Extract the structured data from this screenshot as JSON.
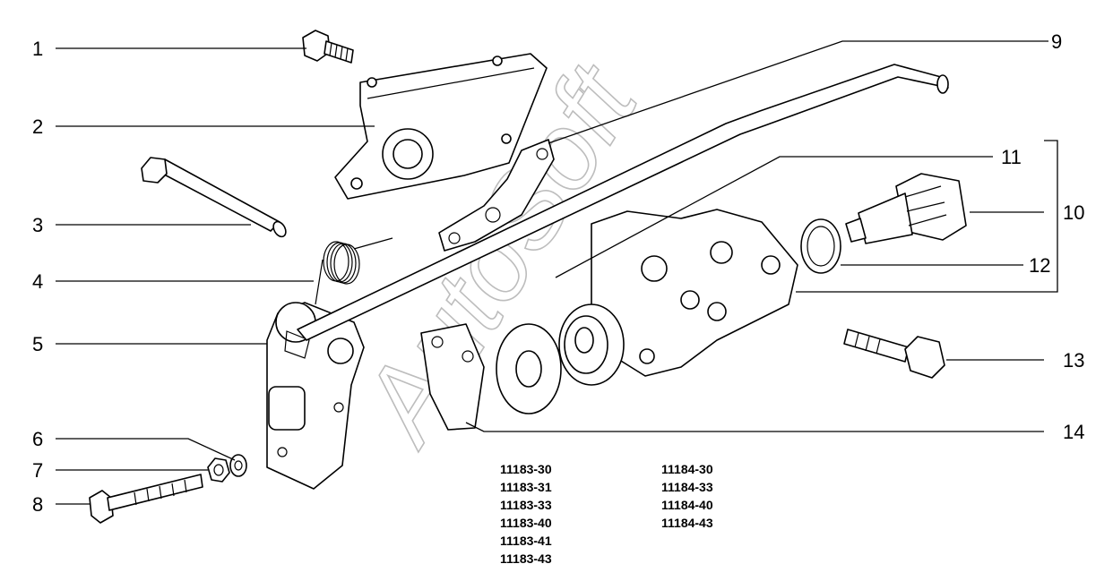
{
  "callouts": [
    "1",
    "2",
    "3",
    "4",
    "5",
    "6",
    "7",
    "8",
    "9",
    "10",
    "11",
    "12",
    "13",
    "14"
  ],
  "models": {
    "column_1": [
      "11183-30",
      "11183-31",
      "11183-33",
      "11183-40",
      "11183-41",
      "11183-43"
    ],
    "column_2": [
      "11184-30",
      "11184-33",
      "11184-40",
      "11184-43"
    ]
  },
  "watermark": "AutoSoft",
  "colors": {
    "line": "#000000",
    "background": "#ffffff",
    "watermark": "#bdbdbd"
  }
}
